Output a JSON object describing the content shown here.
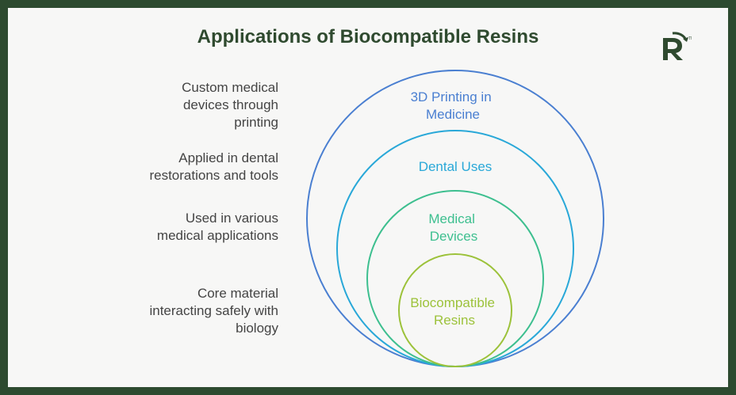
{
  "title": "Applications of Biocompatible Resins",
  "colors": {
    "frame": "#2d4a2f",
    "background": "#f7f7f6",
    "title": "#2f4a2f",
    "ring_3d_printing": "#4a7fd1",
    "ring_dental": "#29a8d8",
    "ring_medical": "#3dbf8f",
    "ring_biocompatible": "#9cc23a"
  },
  "logo": {
    "icon": "r-arrow-logo-icon",
    "mark": "R"
  },
  "rings": [
    {
      "lines": [
        "3D Printing in",
        "Medicine"
      ],
      "description": [
        "Custom medical",
        "devices through",
        "printing"
      ]
    },
    {
      "lines": [
        "Dental Uses"
      ],
      "description": [
        "Applied in dental",
        "restorations and tools"
      ]
    },
    {
      "lines": [
        "Medical",
        "Devices"
      ],
      "description": [
        "Used in various",
        "medical applications"
      ]
    },
    {
      "lines": [
        "Biocompatible",
        "Resins"
      ],
      "description": [
        "Core material",
        "interacting safely with",
        "biology"
      ]
    }
  ]
}
